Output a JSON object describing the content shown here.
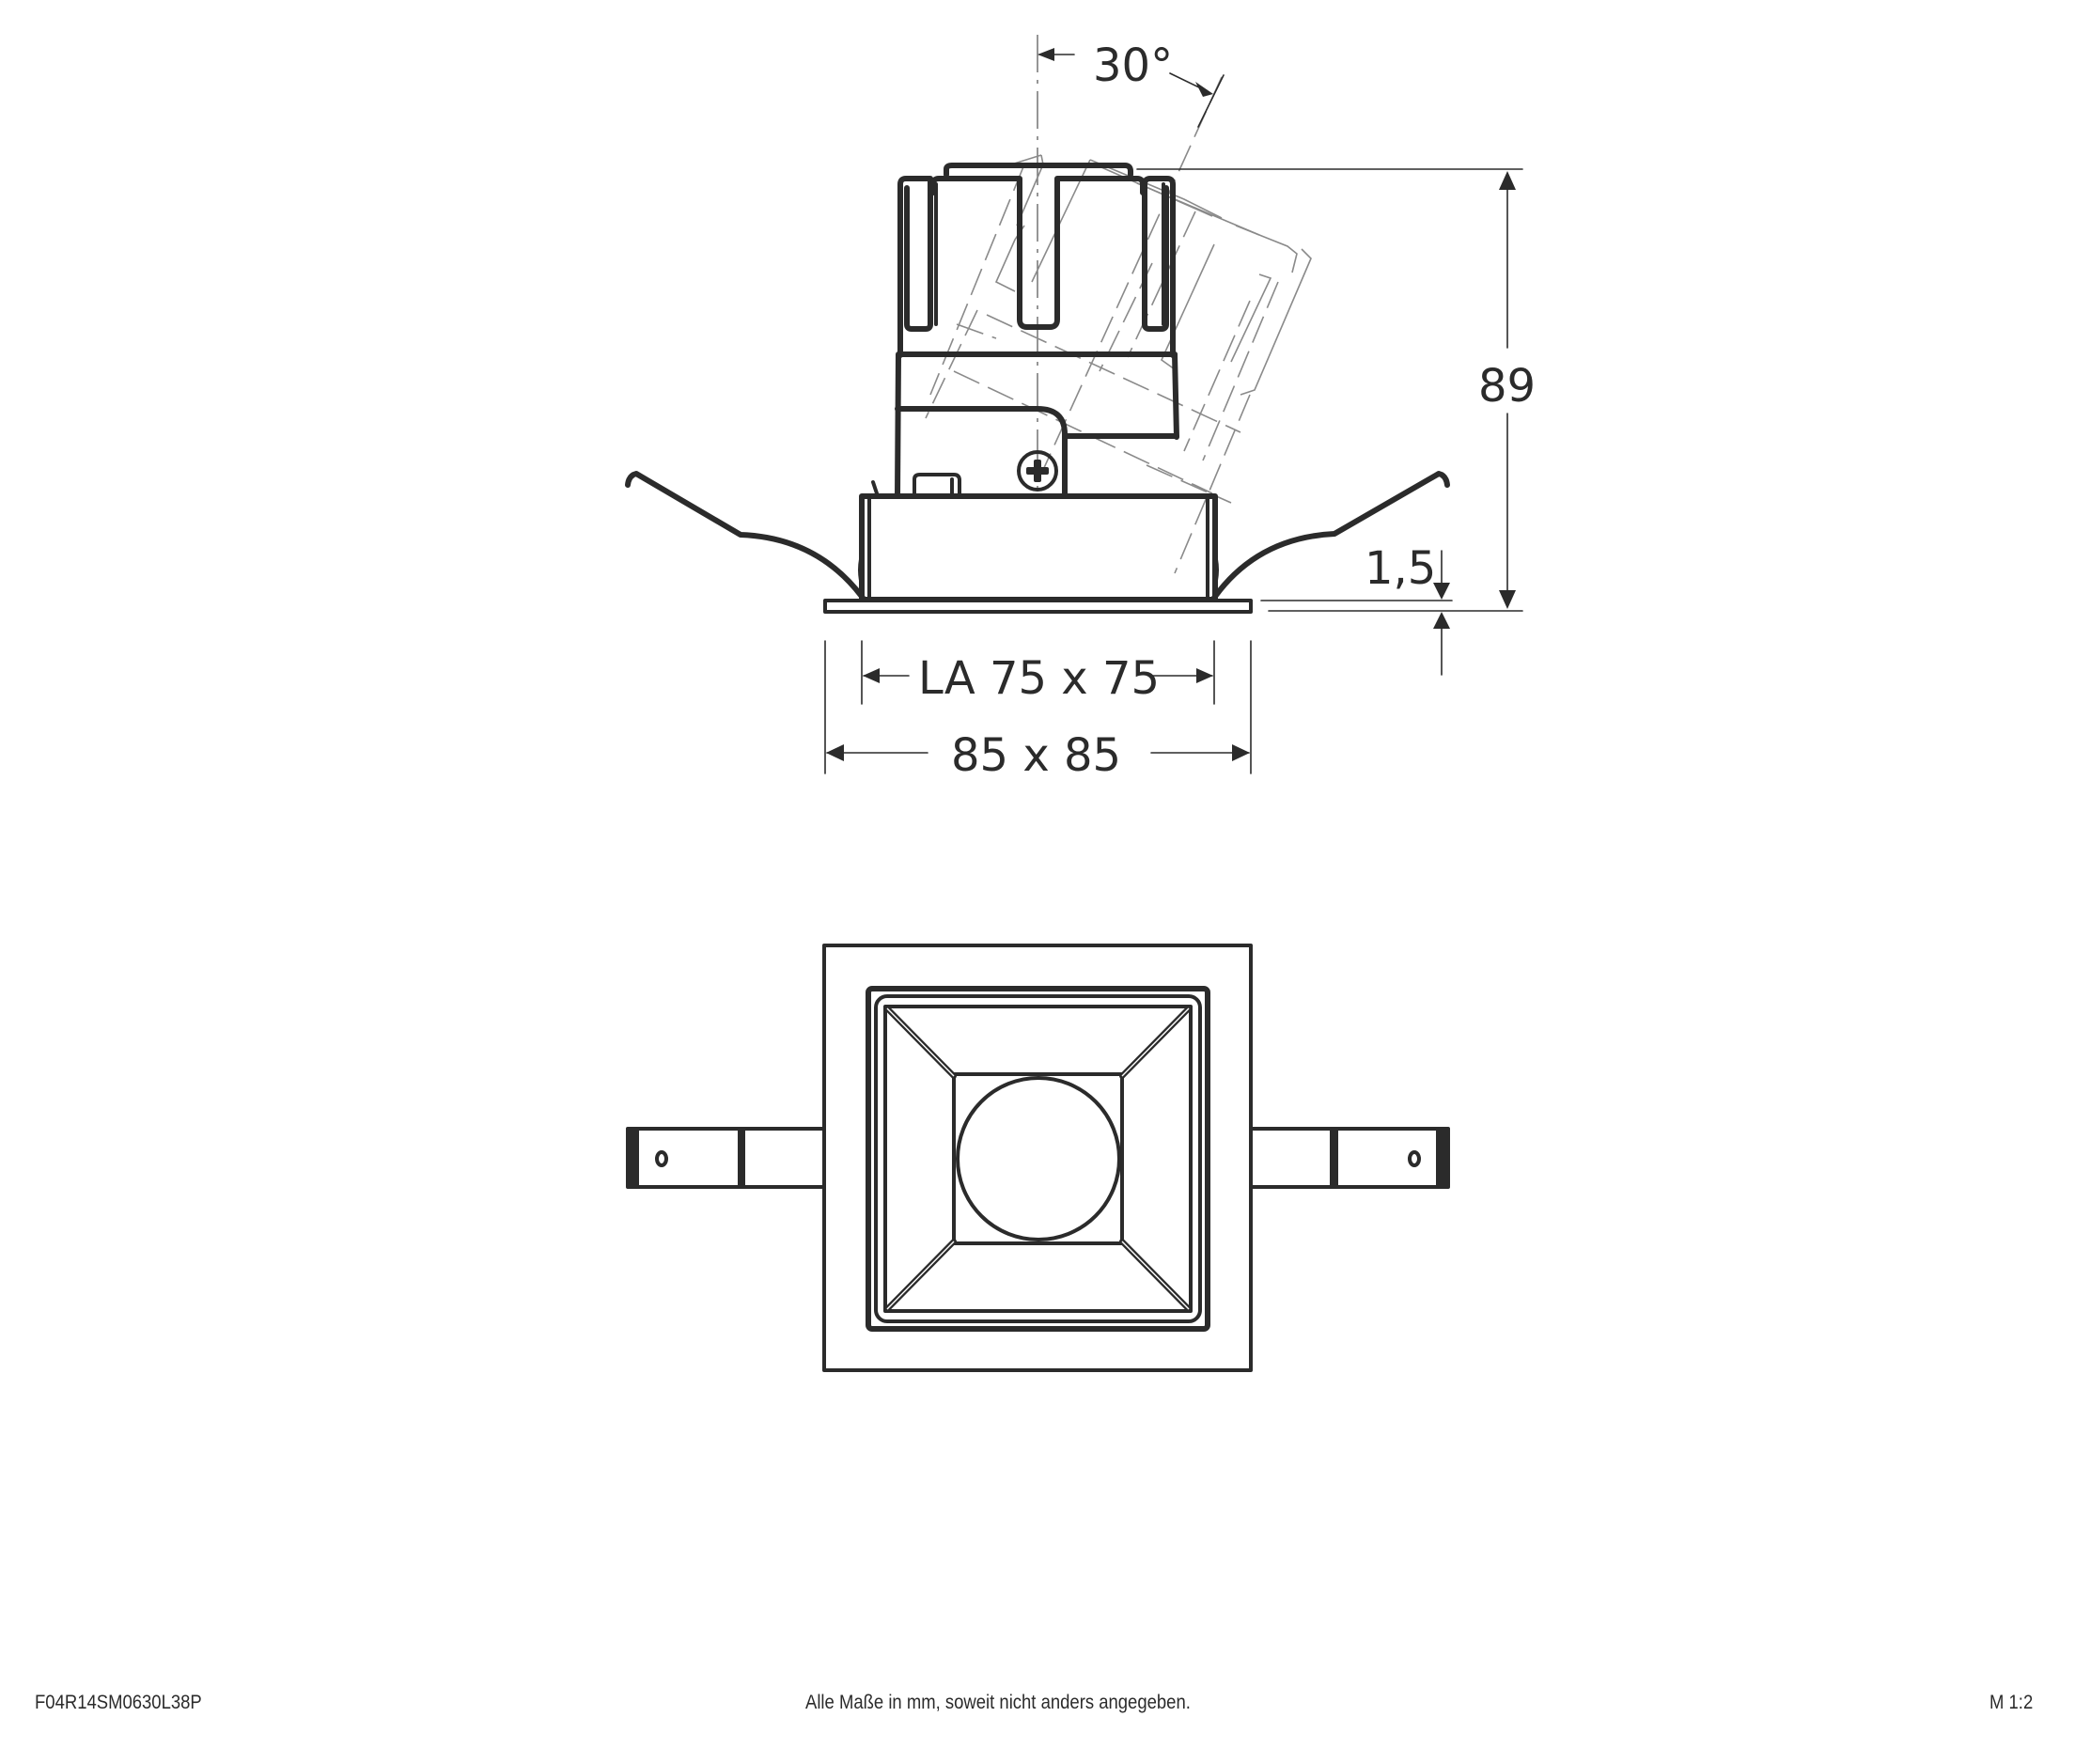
{
  "drawing": {
    "views": [
      "side-view",
      "top-view"
    ],
    "dimensions": {
      "tilt_angle": "30°",
      "height": "89",
      "flange_thickness": "1,5",
      "cutout": "LA 75 x 75",
      "overall": "85 x 85"
    },
    "colors": {
      "ink": "#2b2b2b",
      "ghost": "#8a8a8a",
      "background": "#ffffff"
    }
  },
  "footer": {
    "article_number": "F04R14SM0630L38P",
    "note": "Alle Maße in mm, soweit nicht anders angegeben.",
    "scale": "M 1:2"
  }
}
